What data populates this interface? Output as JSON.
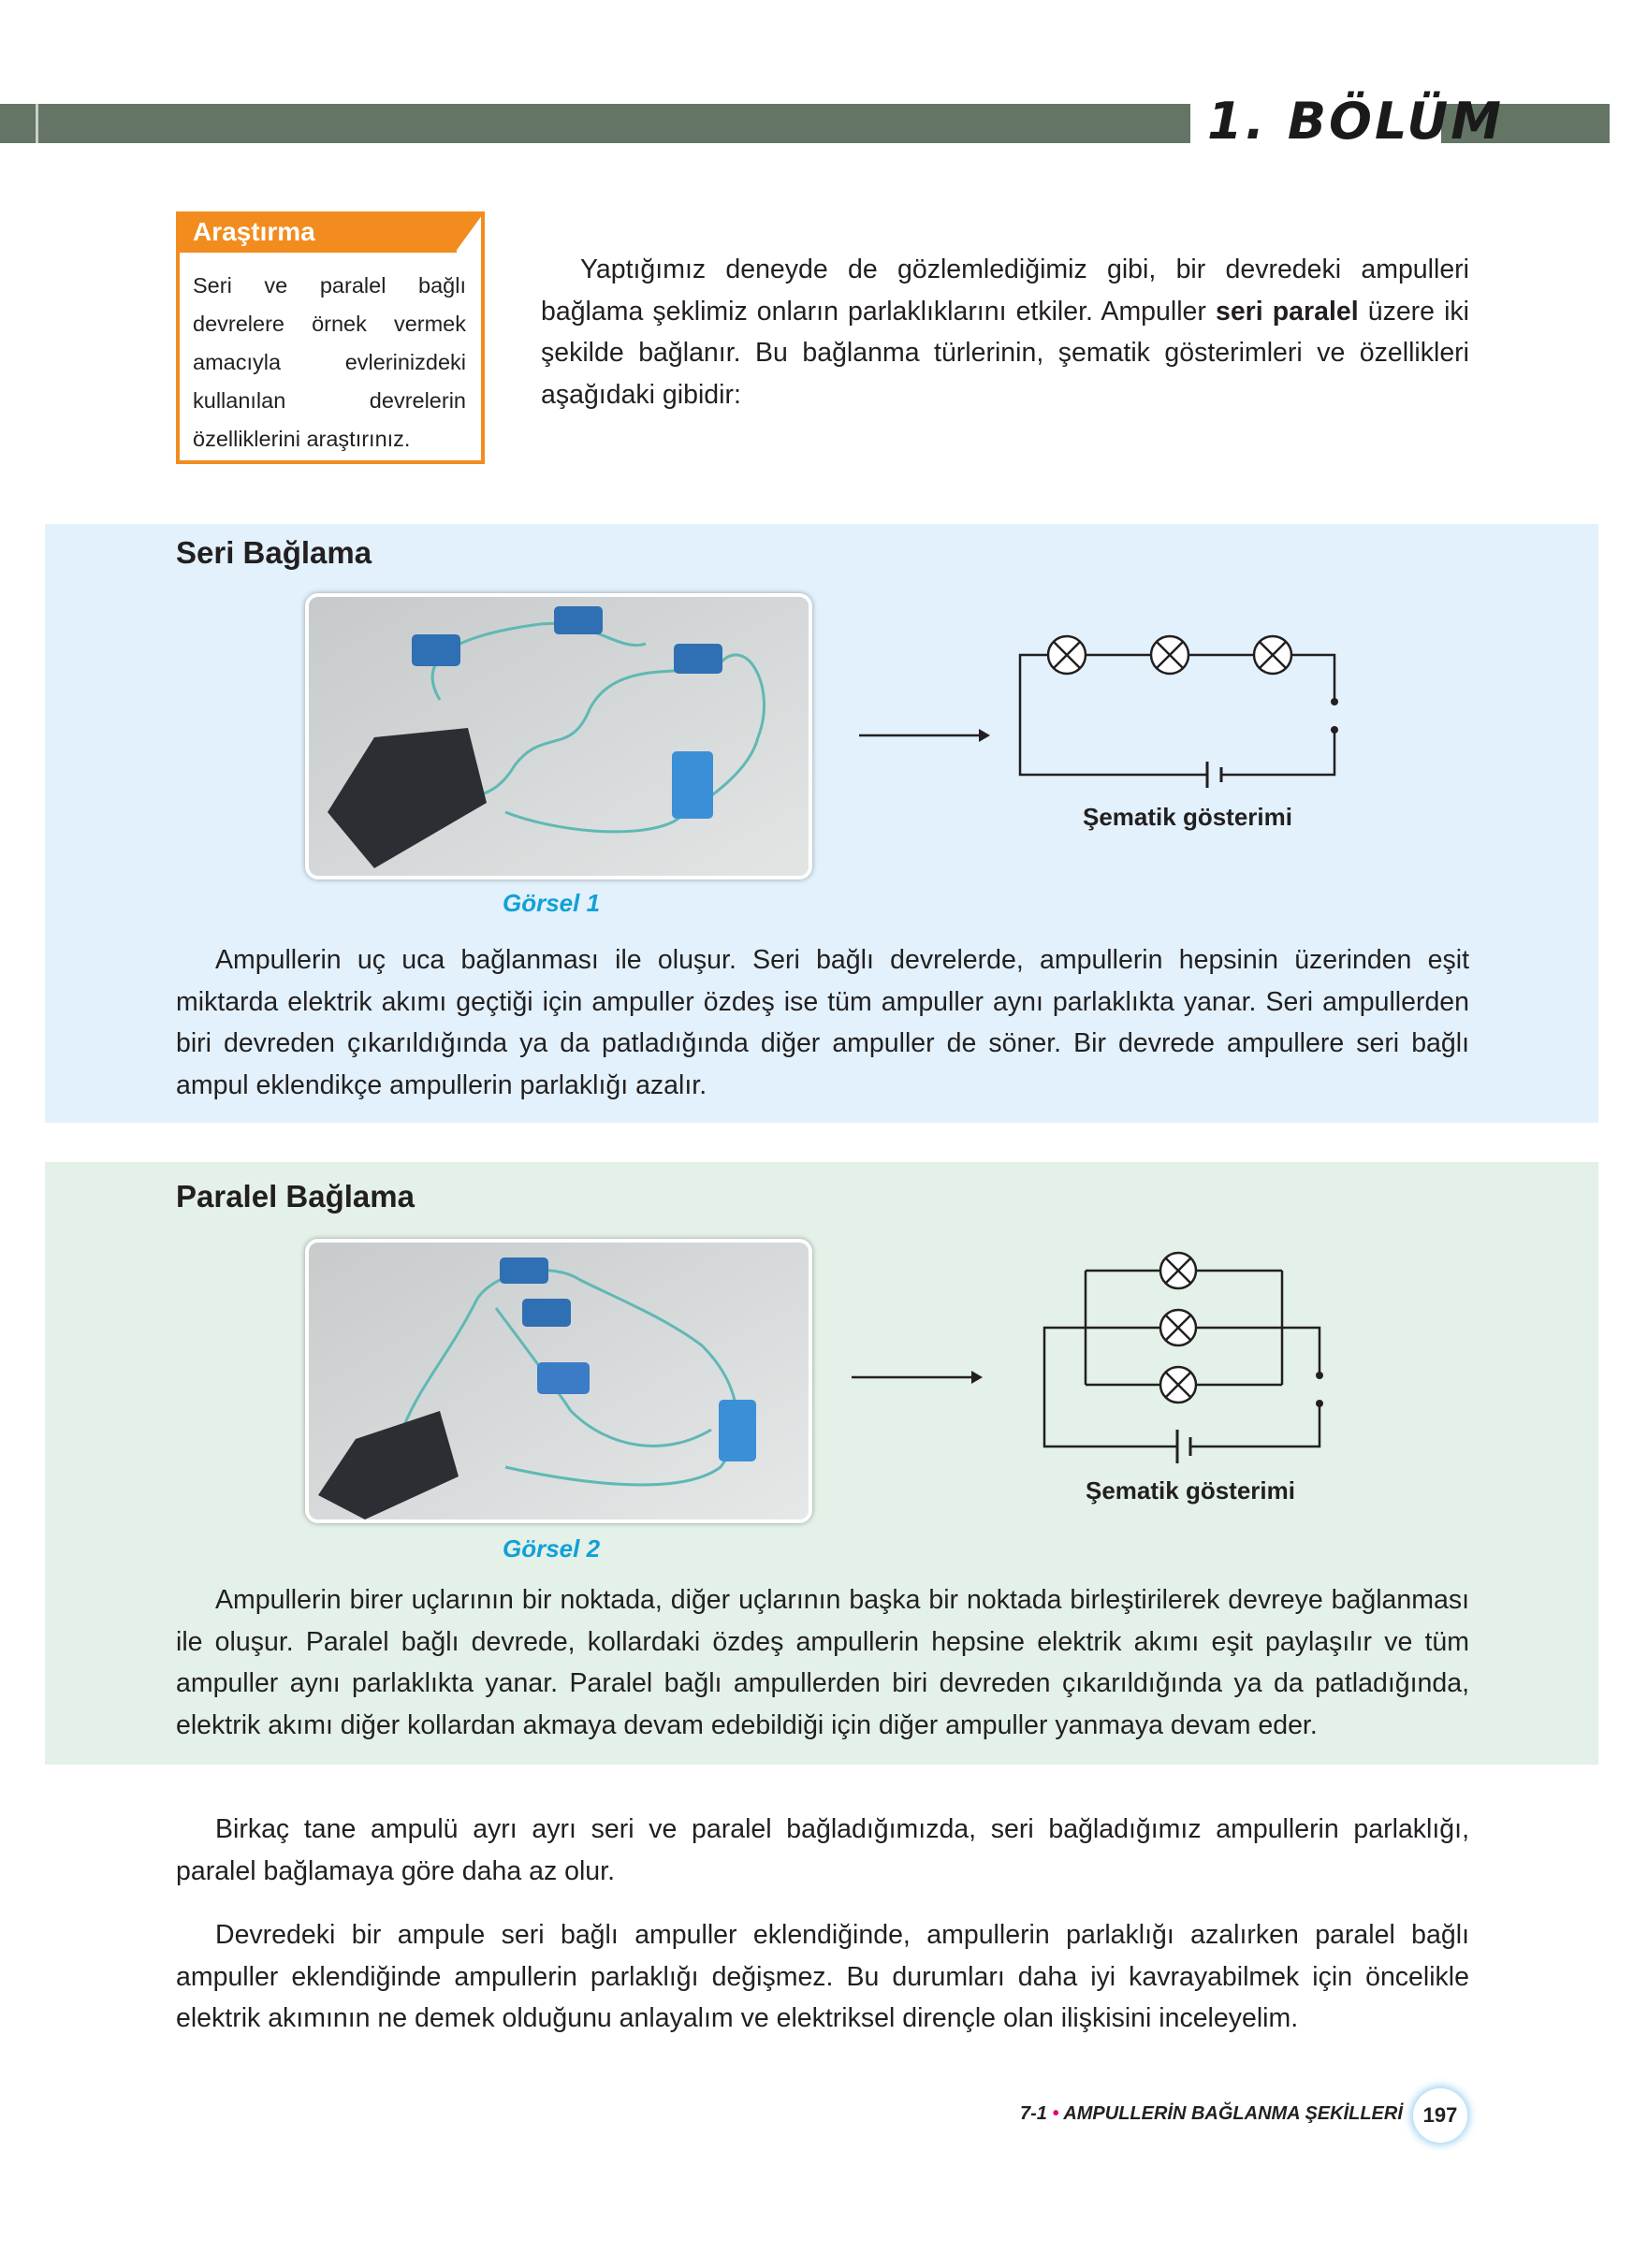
{
  "header": {
    "chapter": "1. BÖLÜM"
  },
  "research": {
    "title": "Araştırma",
    "text": "Seri ve paralel bağlı devrelere örnek vermek amacıyla evlerinizdeki kullanılan devrelerin özelliklerini araştırınız."
  },
  "intro": {
    "part1": "Yaptığımız deneyde de gözlemlediğimiz gibi, bir devredeki ampulleri bağlama şeklimiz onların parlaklıklarını etkiler. Ampuller ",
    "bold1": "seri",
    "part2": " ",
    "bold2": "paralel",
    "part3": " üzere iki şekilde bağlanır. Bu bağlanma türlerinin, şematik gösterimleri ve özellikleri aşağıdaki gibidir:"
  },
  "series": {
    "title": "Seri Bağlama",
    "caption": "Görsel 1",
    "schema_label": "Şematik gösterimi",
    "text": "Ampullerin uç uca bağlanması ile oluşur. Seri bağlı devrelerde, ampullerin hepsinin üzerinden eşit miktarda elektrik akımı geçtiği için ampuller özdeş ise tüm ampuller aynı parlaklıkta yanar. Seri ampullerden biri devreden çıkarıldığında ya da patladığında diğer ampuller de söner. Bir devrede ampullere seri bağlı ampul eklendikçe ampullerin parlaklığı azalır."
  },
  "parallel": {
    "title": "Paralel Bağlama",
    "caption": "Görsel 2",
    "schema_label": "Şematik gösterimi",
    "text": "Ampullerin birer uçlarının bir noktada, diğer uçlarının başka bir noktada birleştirilerek devreye bağlanması ile oluşur. Paralel bağlı devrede, kollardaki özdeş ampullerin hepsine elektrik akımı eşit paylaşılır ve tüm ampuller aynı parlaklıkta yanar. Paralel bağlı ampullerden biri devreden çıkarıldığında ya da patladığında, elektrik akımı diğer kollardan akmaya devam edebildiği için diğer ampuller yanmaya devam eder."
  },
  "closing": {
    "p1": "Birkaç tane ampulü ayrı ayrı seri ve paralel bağladığımızda, seri bağladığımız ampullerin parlaklığı, paralel bağlamaya göre daha az olur.",
    "p2": "Devredeki bir ampule seri bağlı ampuller eklendiğinde, ampullerin parlaklığı azalırken paralel bağlı ampuller eklendiğinde ampullerin parlaklığı değişmez. Bu durumları daha iyi kavrayabilmek için öncelikle elektrik akımının ne demek olduğunu anlayalım ve elektriksel dirençle olan ilişkisini inceleyelim."
  },
  "footer": {
    "section": "7-1",
    "title": "AMPULLERİN BAĞLANMA ŞEKİLLERİ",
    "page": "197"
  },
  "colors": {
    "band": "#647566",
    "research_orange": "#f28c1e",
    "caption_blue": "#12a0d8",
    "series_bg": "#e2f1fb",
    "parallel_bg": "#e3f1e8"
  }
}
